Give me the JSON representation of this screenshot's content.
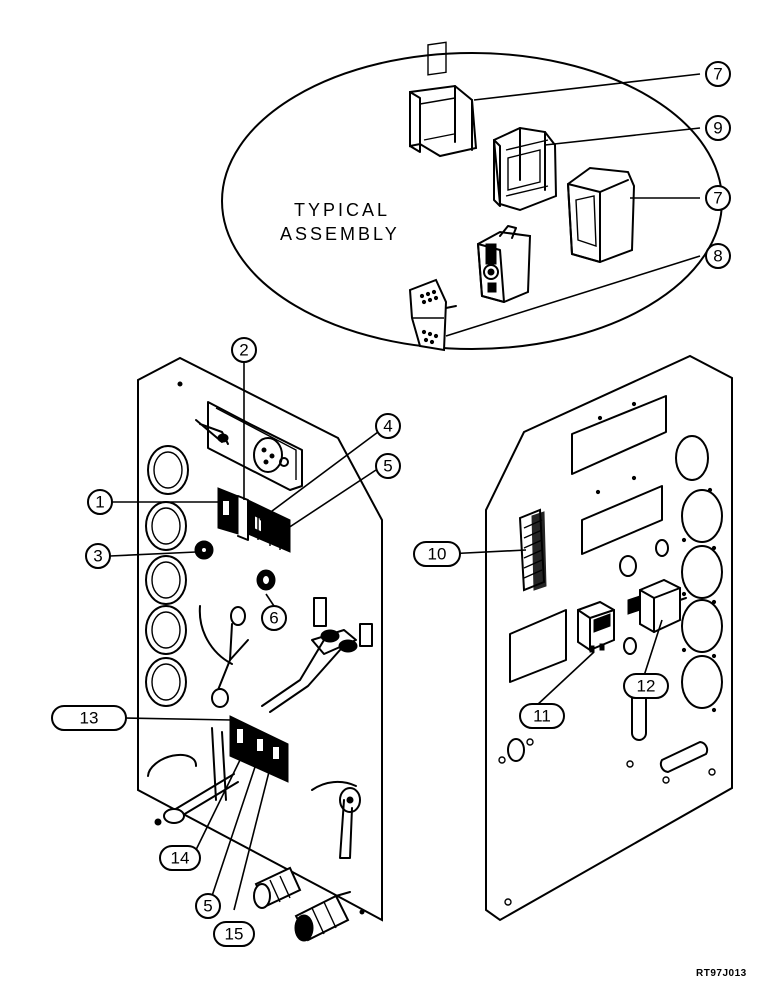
{
  "note": {
    "line1": "TYPICAL",
    "line2": "ASSEMBLY"
  },
  "drawing_code": "RT97J013",
  "callouts": [
    {
      "id": "c1",
      "label": "1"
    },
    {
      "id": "c2",
      "label": "2"
    },
    {
      "id": "c3",
      "label": "3"
    },
    {
      "id": "c4",
      "label": "4"
    },
    {
      "id": "c5a",
      "label": "5"
    },
    {
      "id": "c5b",
      "label": "5"
    },
    {
      "id": "c6",
      "label": "6"
    },
    {
      "id": "c7a",
      "label": "7"
    },
    {
      "id": "c7b",
      "label": "7"
    },
    {
      "id": "c8",
      "label": "8"
    },
    {
      "id": "c9",
      "label": "9"
    },
    {
      "id": "c10",
      "label": "10"
    },
    {
      "id": "c11",
      "label": "11"
    },
    {
      "id": "c12",
      "label": "12"
    },
    {
      "id": "c13",
      "label": "13"
    },
    {
      "id": "c14",
      "label": "14"
    },
    {
      "id": "c15",
      "label": "15"
    }
  ]
}
